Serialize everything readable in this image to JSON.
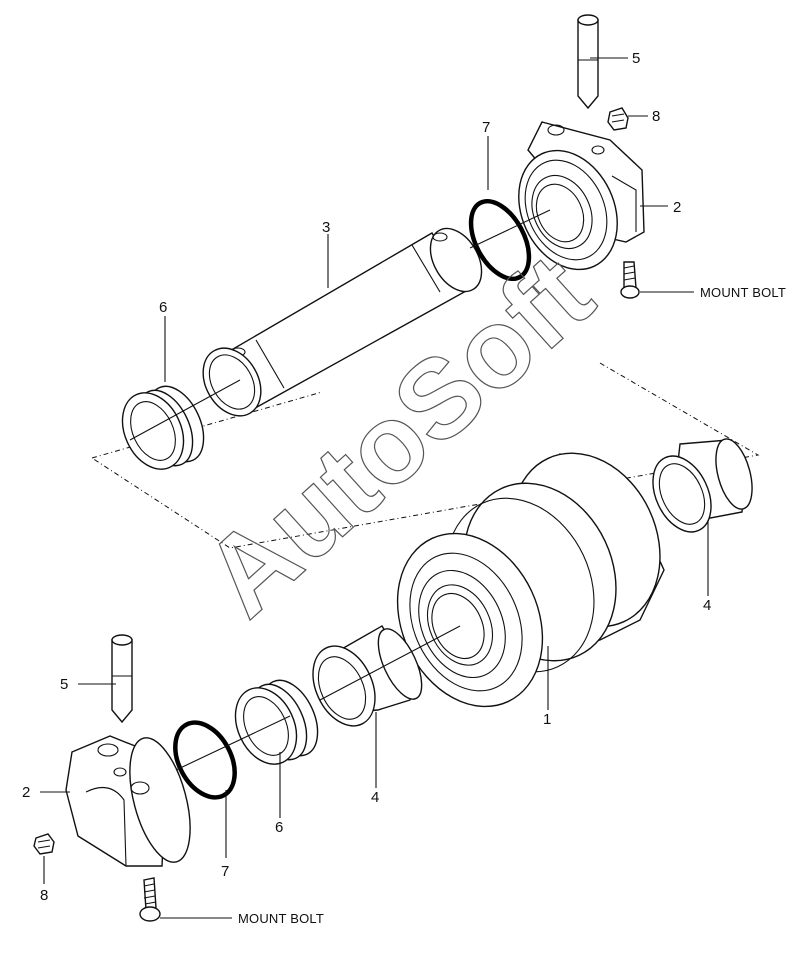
{
  "labels": {
    "p1": "1",
    "p2_top": "2",
    "p2_bottom": "2",
    "p3": "3",
    "p4_right": "4",
    "p4_center": "4",
    "p5_top": "5",
    "p5_bottom": "5",
    "p6_top": "6",
    "p6_bottom": "6",
    "p7_top": "7",
    "p7_bottom": "7",
    "p8_top": "8",
    "p8_bottom": "8",
    "mount_bolt_top": "MOUNT BOLT",
    "mount_bolt_bottom": "MOUNT BOLT"
  },
  "watermark": "AutoSoft"
}
